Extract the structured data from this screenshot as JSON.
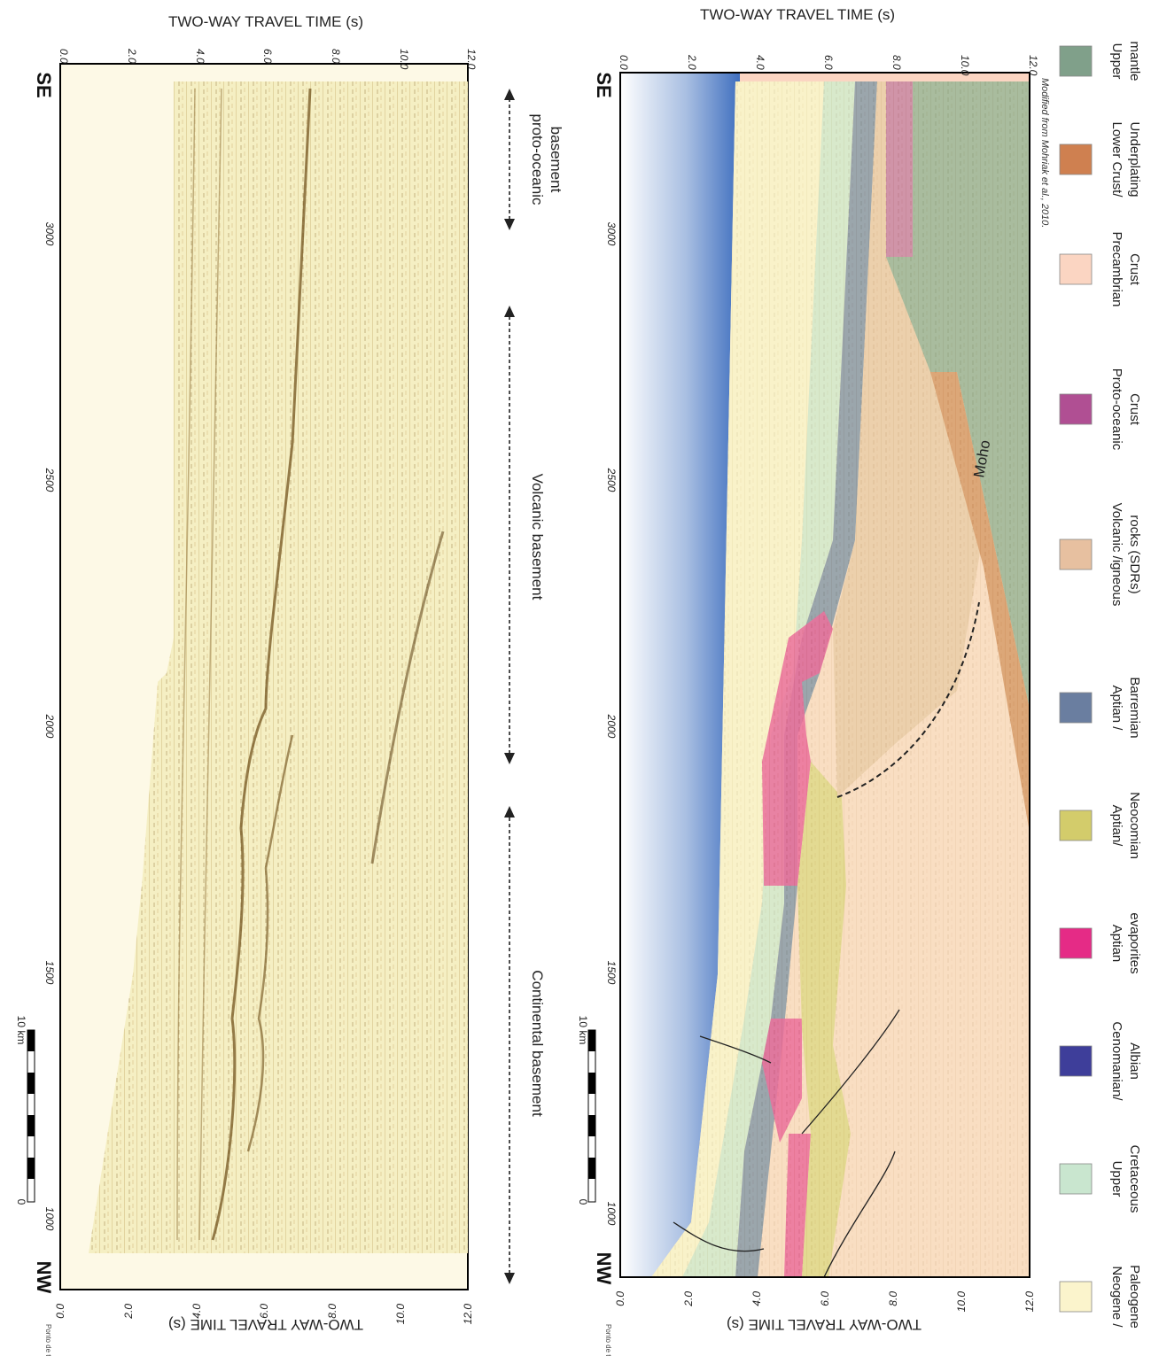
{
  "figure": {
    "left_panel": {
      "axis_title_top": "TWO-WAY TRAVEL TIME (s)",
      "axis_title_bottom": "TWO-WAY TRAVEL TIME (s)",
      "end_left": "NW",
      "end_right": "SE",
      "shotpoint_label": "Ponto de tiro",
      "time_ticks": [
        "0.0",
        "2.0",
        "4.0",
        "6.0",
        "8.0",
        "10.0",
        "12.0"
      ],
      "shotpoint_ticks": [
        "1000",
        "1500",
        "2000",
        "2500",
        "3000"
      ],
      "scale_bar": {
        "start": "0",
        "end": "10 km"
      }
    },
    "right_panel": {
      "axis_title_top": "TWO-WAY TRAVEL TIME (s)",
      "axis_title_bottom": "TWO-WAY TRAVEL TIME (s)",
      "end_left": "NW",
      "end_right": "SE",
      "shotpoint_label": "Ponto de tiro",
      "time_ticks": [
        "0.0",
        "2.0",
        "4.0",
        "6.0",
        "8.0",
        "10.0",
        "12.0"
      ],
      "shotpoint_ticks": [
        "1000",
        "1500",
        "2000",
        "2500",
        "3000"
      ],
      "scale_bar": {
        "start": "0",
        "end": "10 km"
      },
      "moho_label": "Moho",
      "credit": "Modified from Mohriak et al., 2010."
    },
    "basement_zones": [
      {
        "label": "Continental basement"
      },
      {
        "label": "Volcanic  basement"
      },
      {
        "label_line1": "proto-oceanic",
        "label_line2": "basement"
      }
    ],
    "legend": [
      {
        "line1": "Neogene /",
        "line2": "Paleogene",
        "color": "#fbf4cc"
      },
      {
        "line1": "Upper",
        "line2": "Cretaceous",
        "color": "#c9e6cf"
      },
      {
        "line1": "Cenomanian/",
        "line2": "Albian",
        "color": "#3e3e9a"
      },
      {
        "line1": "Aptian",
        "line2": "evaporites",
        "color": "#e52b86"
      },
      {
        "line1": "Aptian/",
        "line2": "Neocomian",
        "color": "#d3cc6b"
      },
      {
        "line1": "Aptian /",
        "line2": "Barremian",
        "color": "#6a7ea0"
      },
      {
        "line1": "Volcanic /igneous",
        "line2": "rocks (SDRs)",
        "color": "#e7c0a0"
      },
      {
        "line1": "Proto-oceanic",
        "line2": "Crust",
        "color": "#b04f93"
      },
      {
        "line1": "Precambrian",
        "line2": "Crust",
        "color": "#fbd5c2"
      },
      {
        "line1": "Lower Crust/",
        "line2": "Underplating",
        "color": "#cf8050"
      },
      {
        "line1": "Upper",
        "line2": "mantle",
        "color": "#80a08a"
      }
    ]
  }
}
